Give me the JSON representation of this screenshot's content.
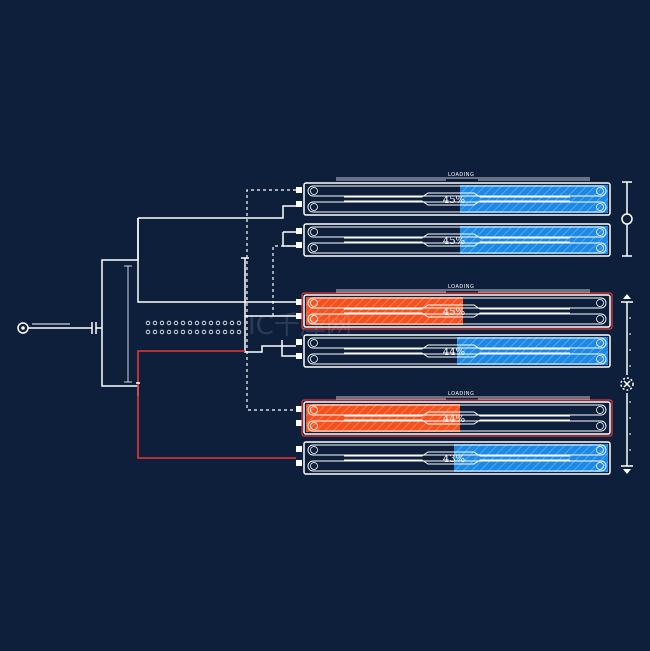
{
  "colors": {
    "background": "#0e1f3c",
    "panel": "#0e1f3c",
    "line": "#ffffff",
    "blue_fill": "#1e88e5",
    "red_fill": "#f4511e",
    "red_wire": "#e53935",
    "red_outline": "#e53935"
  },
  "panels": [
    {
      "percent": 45,
      "label": "45%",
      "tag": "LOADING",
      "state": "normal"
    },
    {
      "percent": 45,
      "label": "45%",
      "tag": "",
      "state": "normal"
    },
    {
      "percent": 45,
      "label": "45%",
      "tag": "LOADING",
      "state": "alert"
    },
    {
      "percent": 44,
      "label": "44%",
      "tag": "",
      "state": "normal"
    },
    {
      "percent": 44,
      "label": "44%",
      "tag": "LOADING",
      "state": "alert"
    },
    {
      "percent": 43,
      "label": "43%",
      "tag": "",
      "state": "normal"
    }
  ],
  "watermark": "IC千库网",
  "icons": {
    "source_node": "target-node-icon",
    "scale_bracket_top": "circle-marker-icon",
    "scale_bracket_bottom": "close-marker-icon"
  }
}
